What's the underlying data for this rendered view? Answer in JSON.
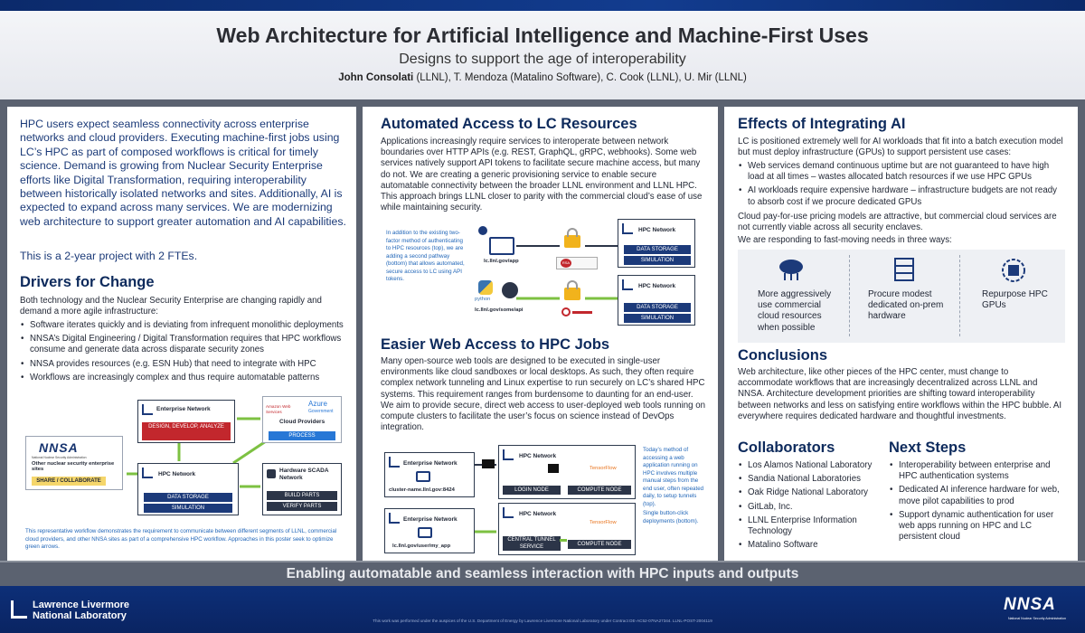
{
  "header": {
    "title": "Web Architecture for Artificial Intelligence and Machine-First Uses",
    "subtitle": "Designs to support the age of interoperability",
    "lead_author": "John Consolati",
    "authors_rest": " (LLNL), T. Mendoza (Matalino Software), C. Cook (LLNL), U. Mir (LLNL)"
  },
  "intro": {
    "text": "HPC users expect seamless connectivity across enterprise networks and cloud providers. Executing machine-first jobs using LC’s HPC as part of composed workflows is critical for timely science. Demand is growing from Nuclear Security Enterprise efforts like Digital Transformation, requiring interoperability between historically isolated networks and sites. Additionally, AI is expected to expand across many services. We are modernizing web architecture to support greater automation and AI capabilities.",
    "project": "This is a 2-year project with 2 FTEs."
  },
  "drivers": {
    "heading": "Drivers for Change",
    "intro": "Both technology and the Nuclear Security Enterprise are changing rapidly and demand a more agile infrastructure:",
    "bullets": [
      "Software iterates quickly and is deviating from infrequent monolithic deployments",
      "NNSA’s Digital Engineering / Digital Transformation requires that HPC workflows consume and generate data across disparate security zones",
      "NNSA provides resources (e.g. ESN Hub) that need to integrate with HPC",
      "Workflows are increasingly complex and thus require automatable patterns"
    ],
    "diagram": {
      "nnsa_logo": "NNSA",
      "nnsa_sub": "National Nuclear Security Administration",
      "other_sites": "Other nuclear security enterprise sites",
      "share_collab": "SHARE / COLLABORATE",
      "enterprise_network": "Enterprise Network",
      "design_develop": "DESIGN, DEVELOP, ANALYZE",
      "cloud_providers": "Cloud Providers",
      "aws_label": "Amazon Web Services",
      "azure_label": "Azure",
      "azure_gov": "Government",
      "process": "PROCESS",
      "hpc_network": "HPC Network",
      "data_storage": "DATA STORAGE",
      "simulation": "SIMULATION",
      "hardware_scada": "Hardware SCADA Network",
      "build_parts": "BUILD PARTS",
      "verify_parts": "VERIFY PARTS"
    },
    "caption": "This representative workflow demonstrates the requirement to communicate between different segments of LLNL, commercial cloud providers, and other NNSA sites as part of a comprehensive HPC workflow. Approaches in this poster seek to optimize green arrows."
  },
  "automated": {
    "heading": "Automated Access to LC Resources",
    "text": "Applications increasingly require services to interoperate between network boundaries over HTTP APIs (e.g. REST, GraphQL, gRPC, webhooks). Some web services natively support API tokens to facilitate secure machine access, but many do not. We are creating a generic provisioning service to enable secure automatable connectivity between the broader LLNL environment and LLNL HPC. This approach brings LLNL closer to parity with the commercial cloud’s ease of use while maintaining security.",
    "diagram_caption": "In addition to the existing two-factor method of authenticating to HPC resources (top), we are adding a second pathway (bottom) that allows automated, secure access to LC using API tokens.",
    "url_app": "lc.llnl.gov/app",
    "url_api": "lc.llnl.gov/some/api",
    "python_label": "python",
    "rsa_label": "RSA",
    "hpc_network": "HPC Network",
    "data_storage": "DATA STORAGE",
    "simulation": "SIMULATION"
  },
  "easier": {
    "heading": "Easier Web Access to HPC Jobs",
    "text": "Many open-source web tools are designed to be executed in single-user environments like cloud sandboxes or local desktops. As such, they often require complex network tunneling and Linux expertise to run securely on LC’s shared HPC systems. This requirement ranges from burdensome to daunting for an end-user. We aim to provide secure, direct web access to user-deployed web tools running on compute clusters to facilitate the user’s focus on science instead of DevOps integration.",
    "enterprise_network": "Enterprise Network",
    "hpc_network": "HPC Network",
    "url1": "cluster-name.llnl.gov:8424",
    "url2": "lc.llnl.gov/user/my_app",
    "login_node": "LOGIN NODE",
    "compute_node": "COMPUTE NODE",
    "central_tunnel": "CENTRAL TUNNEL SERVICE",
    "tensorflow": "TensorFlow",
    "caption1": "Today’s method of accessing a web application running on HPC involves multiple manual steps from the end user, often repeated daily, to setup tunnels (top).",
    "caption2": "Single button-click deployments (bottom)."
  },
  "effects": {
    "heading": "Effects of Integrating AI",
    "intro": "LC is positioned extremely well for AI workloads that fit into a batch execution model but must deploy infrastructure (GPUs) to support persistent use cases:",
    "bullets": [
      "Web services demand continuous uptime but are not guaranteed to have high load at all times – wastes allocated batch resources if we use HPC GPUs",
      "AI workloads require expensive hardware – infrastructure budgets are not ready to absorb cost if we procure dedicated GPUs"
    ],
    "text2": "Cloud pay-for-use pricing models are attractive, but commercial cloud services are not currently viable across all security enclaves.",
    "text3": "We are responding to fast-moving needs in three ways:",
    "ways": [
      {
        "icon": "cloud-network-icon",
        "label": "More aggressively use commercial cloud resources when possible"
      },
      {
        "icon": "server-rack-icon",
        "label": "Procure modest dedicated on-prem hardware"
      },
      {
        "icon": "gpu-chip-icon",
        "label": "Repurpose HPC GPUs"
      }
    ]
  },
  "conclusions": {
    "heading": "Conclusions",
    "text": "Web architecture, like other pieces of the HPC center, must change to accommodate workflows that are increasingly decentralized across LLNL and NNSA. Architecture development priorities are shifting toward interoperability between networks and less on satisfying entire workflows within the HPC bubble. AI everywhere requires dedicated hardware and thoughtful investments."
  },
  "collaborators": {
    "heading": "Collaborators",
    "items": [
      "Los Alamos National Laboratory",
      "Sandia National Laboratories",
      "Oak Ridge National Laboratory",
      "GitLab, Inc.",
      "LLNL Enterprise Information Technology",
      "Matalino Software"
    ]
  },
  "next_steps": {
    "heading": "Next Steps",
    "items": [
      "Interoperability between enterprise and HPC authentication systems",
      "Dedicated AI inference hardware for web, move pilot capabilities to prod",
      "Support dynamic authentication for user web apps running on HPC and LC persistent cloud"
    ]
  },
  "tagline": "Enabling automatable and seamless interaction with HPC inputs and outputs",
  "footer": {
    "llnl_line1": "Lawrence Livermore",
    "llnl_line2": "National Laboratory",
    "disclaimer": "This work was performed under the auspices of the U.S. Department of Energy by Lawrence Livermore National Laboratory under Contract DE-AC52-07NA27344. LLNL-POST-2004119",
    "nnsa": "NNSA",
    "nnsa_sub": "National Nuclear Security Administration"
  },
  "colors": {
    "navy": "#0d2a5c",
    "panel_gray": "#5b6270",
    "accent_green": "#7dc142",
    "accent_red": "#c2272d",
    "caption_blue": "#2166b8"
  }
}
